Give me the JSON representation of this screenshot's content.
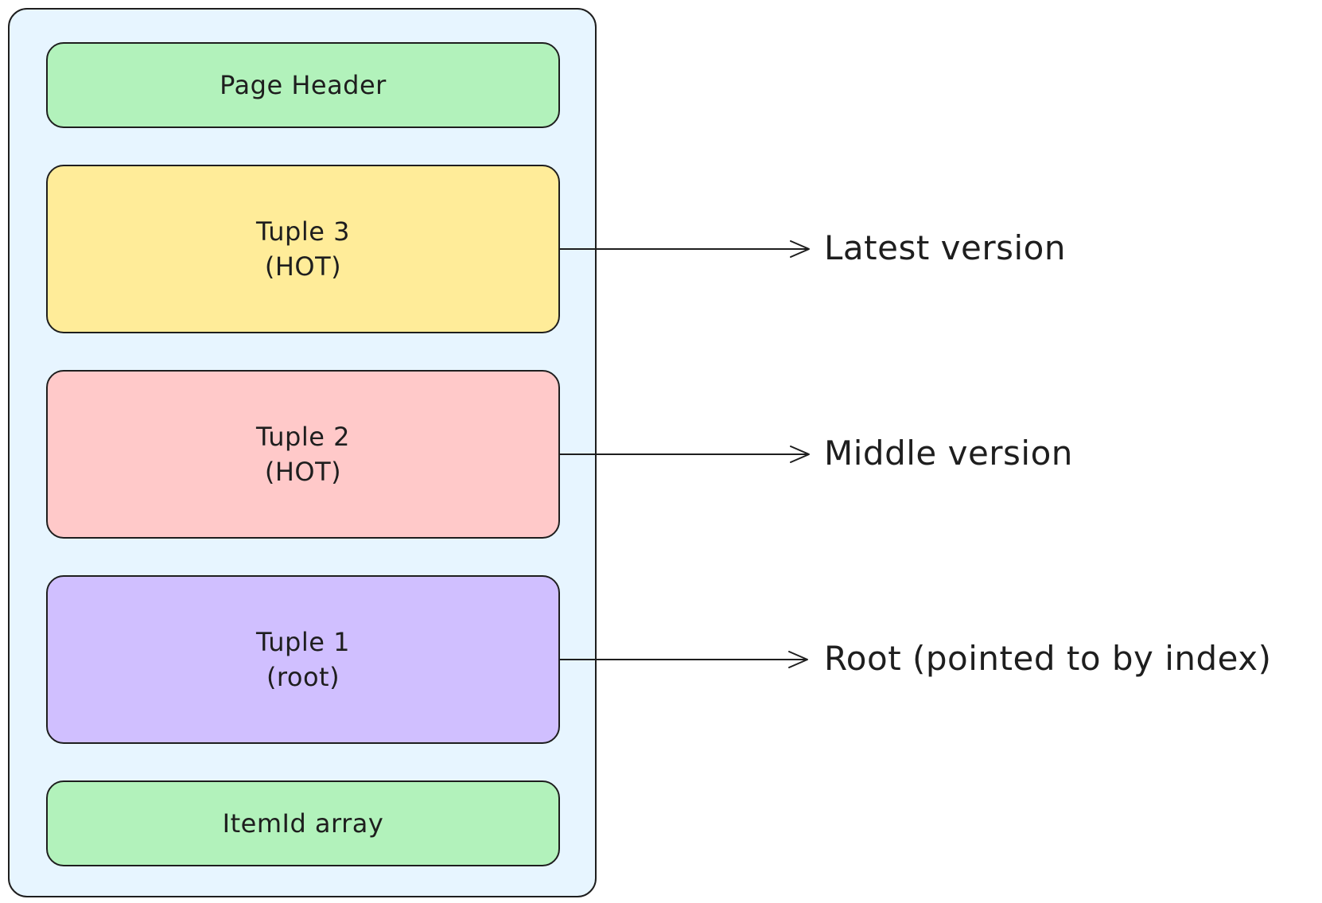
{
  "diagram": {
    "blocks": [
      {
        "id": "page-header",
        "lines": [
          "Page Header"
        ],
        "color": "#b2f2bb"
      },
      {
        "id": "tuple-3",
        "lines": [
          "Tuple 3",
          "(HOT)"
        ],
        "color": "#ffec99"
      },
      {
        "id": "tuple-2",
        "lines": [
          "Tuple 2",
          "(HOT)"
        ],
        "color": "#ffc9c9"
      },
      {
        "id": "tuple-1",
        "lines": [
          "Tuple 1",
          "(root)"
        ],
        "color": "#d0bfff"
      },
      {
        "id": "itemid-array",
        "lines": [
          "ItemId array"
        ],
        "color": "#b2f2bb"
      }
    ],
    "callouts": [
      {
        "from": "tuple-3",
        "label": "Latest version"
      },
      {
        "from": "tuple-2",
        "label": "Middle version"
      },
      {
        "from": "tuple-1",
        "label": "Root (pointed to by index)"
      }
    ],
    "page_fill": "#e7f5ff",
    "stroke": "#1e1e1e"
  }
}
